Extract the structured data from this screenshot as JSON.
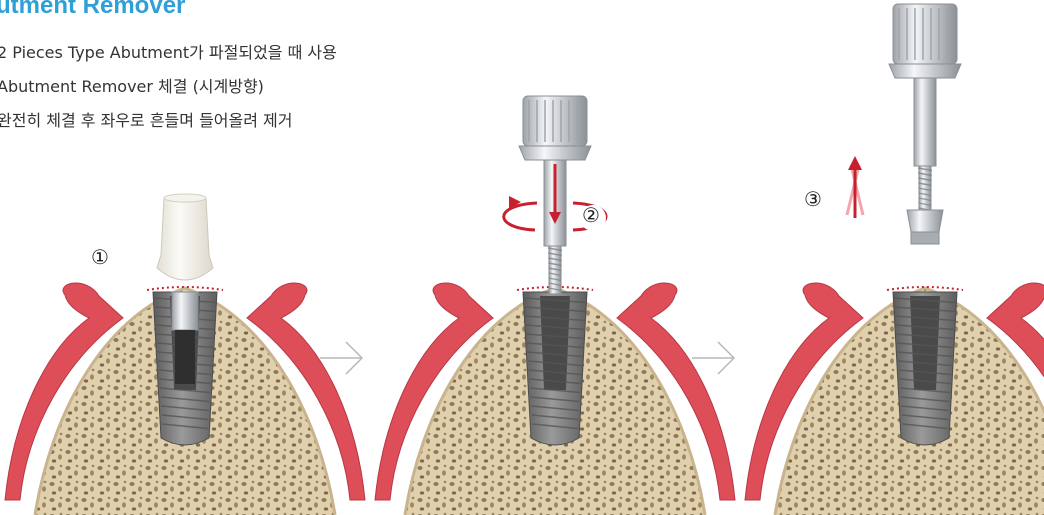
{
  "title": "utment Remover",
  "steps": [
    "2 Pieces Type Abutment가 파절되었을 때 사용",
    "Abutment Remover 체결 (시계방향)",
    "완전히 체결 후 좌우로 흔들며 들어올려 제거"
  ],
  "step_markers": [
    "①",
    "②",
    "③"
  ],
  "panels": [
    {
      "name": "fractured-abutment-in-implant"
    },
    {
      "name": "remover-screwed-clockwise"
    },
    {
      "name": "abutment-removed"
    }
  ],
  "colors": {
    "title": "#2f9fd8",
    "gum": "#dd4e58",
    "bone": "#d9c7a5",
    "implant": "#7d7d7d",
    "arrow": "#c8202e",
    "flow_arrow": "#b8b8b8"
  },
  "icons": [
    "flow-arrow-icon",
    "rotation-arrow-icon",
    "rocking-arrows-icon"
  ]
}
